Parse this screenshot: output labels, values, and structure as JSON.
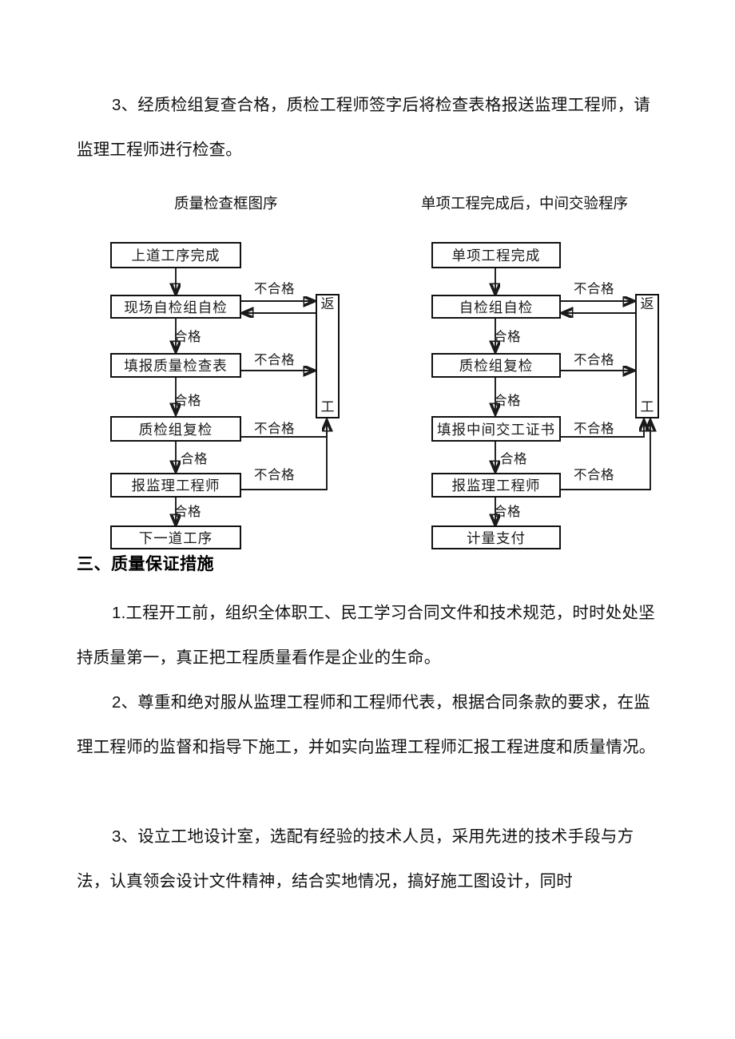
{
  "document": {
    "paragraphs": [
      {
        "id": "p-item3-top",
        "text": "3、经质检组复查合格，质检工程师签字后将检查表格报送监理工程师，请监理工程师进行检查。"
      },
      {
        "id": "p-item1",
        "text": "1.工程开工前，组织全体职工、民工学习合同文件和技术规范，时时处处坚持质量第一，真正把工程质量看作是企业的生命。"
      },
      {
        "id": "p-item2",
        "text": "2、尊重和绝对服从监理工程师和工程师代表，根据合同条款的要求，在监理工程师的监督和指导下施工，并如实向监理工程师汇报工程进度和质量情况。"
      },
      {
        "id": "p-item3-bottom",
        "text": "3、设立工地设计室，选配有经验的技术人员，采用先进的技术手段与方法，认真领会设计文件精神，结合实地情况，搞好施工图设计，同时"
      }
    ],
    "section_heading": "三、质量保证措施"
  },
  "flowcharts": {
    "left": {
      "title": "质量检查框图序",
      "rework_label_top": "返",
      "rework_label_bottom": "工",
      "nodes": [
        "上道工序完成",
        "现场自检组自检",
        "填报质量检查表",
        "质检组复检",
        "报监理工程师",
        "下一道工序"
      ],
      "pass_labels": [
        "合格",
        "合格",
        "合格",
        "合格"
      ],
      "fail_labels": [
        "不合格",
        "不合格",
        "不合格",
        "不合格"
      ]
    },
    "right": {
      "title": "单项工程完成后，中间交验程序",
      "rework_label_top": "返",
      "rework_label_bottom": "工",
      "nodes": [
        "单项工程完成",
        "自检组自检",
        "质检组复检",
        "填报中间交工证书",
        "报监理工程师",
        "计量支付"
      ],
      "pass_labels": [
        "合格",
        "合格",
        "合格",
        "合格"
      ],
      "fail_labels": [
        "不合格",
        "不合格",
        "不合格",
        "不合格"
      ]
    }
  },
  "colors": {
    "ink": "#1a1a1a",
    "paper": "#ffffff"
  }
}
